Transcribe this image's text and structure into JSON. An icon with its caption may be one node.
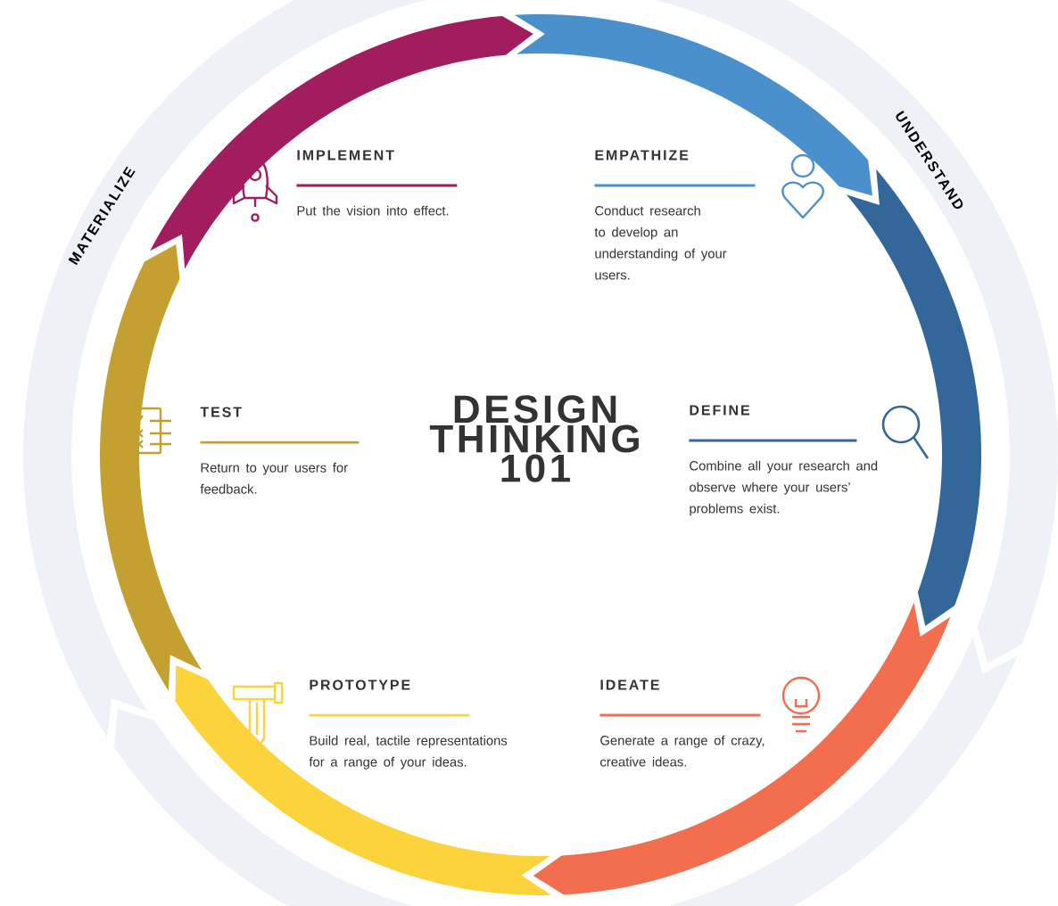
{
  "diagram": {
    "title": "DESIGN THINKING 101",
    "nodes": [
      {
        "text": [
          "IMPLEMENT",
          "Put the vision into effect."
        ]
      },
      {
        "text": [
          "EMPATHIZE",
          "Conduct research to develop an understanding of your users."
        ]
      },
      {
        "text": [
          "TEST",
          "Return to your users for feedback."
        ]
      },
      {
        "text": [
          "DEFINE",
          "Combine all your research and observe where your users’ problems exist."
        ]
      },
      {
        "text": [
          "PROTOTYPE",
          "Build real, tactile representations for a range of your ideas."
        ]
      },
      {
        "text": [
          "IDEATE",
          "Generate a range of crazy, creative ideas."
        ]
      }
    ],
    "labels": [
      "UNDERSTAND",
      "MATERIALIZE"
    ]
  }
}
